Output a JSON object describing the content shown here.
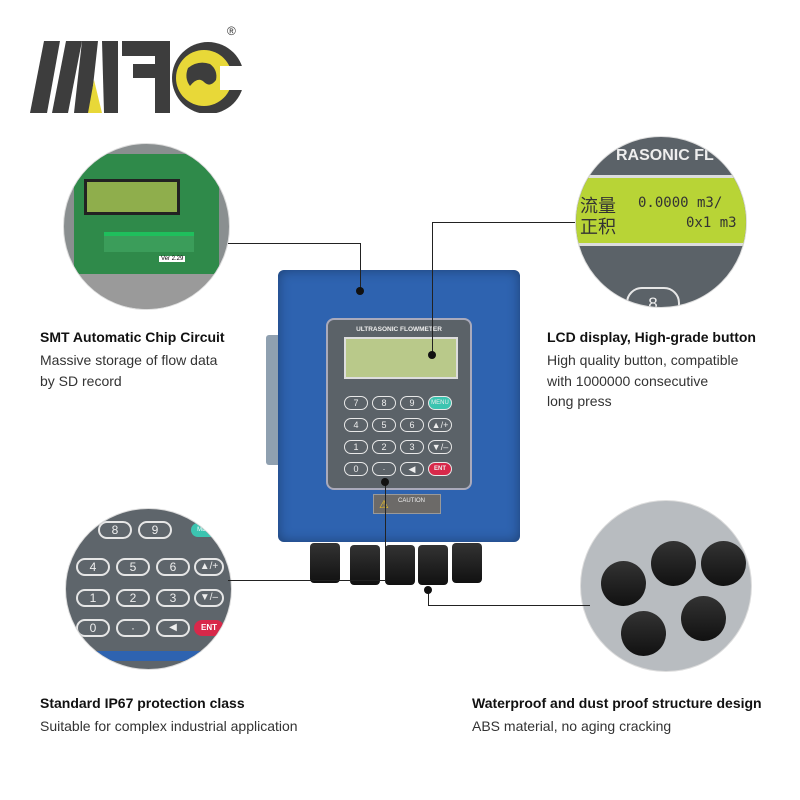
{
  "brand": {
    "logo_text": "MAC",
    "registered": "®",
    "colors": {
      "gray": "#3d3d3d",
      "yellow": "#e8d838"
    }
  },
  "device": {
    "panel_title": "ULTRASONIC FLOWMETER",
    "keys": [
      [
        "7",
        "8",
        "9",
        "MENU"
      ],
      [
        "4",
        "5",
        "6",
        "▲/+"
      ],
      [
        "1",
        "2",
        "3",
        "▼/–"
      ],
      [
        "0",
        "·",
        "◀",
        "ENT"
      ]
    ],
    "caution": "CAUTION",
    "colors": {
      "body": "#2e63b0",
      "panel": "#5b6268",
      "lcd": "#b9c98a",
      "menu": "#3cc4b0",
      "ent": "#d8284a"
    }
  },
  "lcd_zoom": {
    "header": "RASONIC FL",
    "row1_label": "流量",
    "row1_value": "0.0000 m3/",
    "row2_label": "正积",
    "row2_value": "0x1 m3",
    "key": "8"
  },
  "features": [
    {
      "title": "SMT Automatic Chip Circuit",
      "lines": [
        "Massive storage of flow data",
        "by SD record"
      ]
    },
    {
      "title": "LCD display, High-grade button",
      "lines": [
        "High quality button, compatible",
        "with 1000000 consecutive",
        "long press"
      ]
    },
    {
      "title": "Standard IP67 protection class",
      "lines": [
        "Suitable for complex industrial application"
      ]
    },
    {
      "title": "Waterproof and dust proof structure design",
      "lines": [
        "ABS material, no aging cracking"
      ]
    }
  ],
  "pcb": {
    "label": "Ver 2.29"
  }
}
